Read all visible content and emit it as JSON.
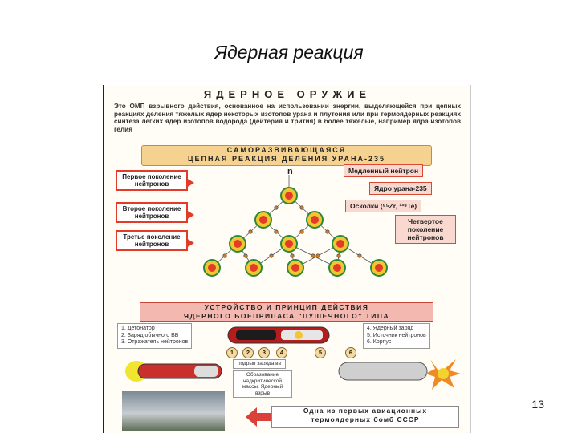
{
  "slide": {
    "title": "Ядерная реакция",
    "page_number": "13"
  },
  "poster": {
    "heading": "ЯДЕРНОЕ ОРУЖИЕ",
    "intro": "Это ОМП взрывного действия, основанное на использовании энергии, выделяющейся при цепных реакциях деления тяжелых ядер некоторых изотопов урана и плутония или при термоядерных реакциях синтеза легких ядер изотопов водорода (дейтерия и трития) в более тяжелые, например ядра изотопов гелия",
    "chain_banner_line1": "САМОРАЗВИВАЮЩАЯСЯ",
    "chain_banner_line2": "ЦЕПНАЯ РЕАКЦИЯ ДЕЛЕНИЯ УРАНА-235",
    "neutron_symbol": "n",
    "generations": [
      "Первое поколение нейтронов",
      "Второе поколение нейтронов",
      "Третье поколение нейтронов"
    ],
    "right_labels": {
      "slow_neutron": "Медленный нейтрон",
      "uranium_nucleus": "Ядро урана-235",
      "fragments": "Осколки (⁹⁵Zr, ¹³⁹Te)",
      "fourth_generation": "Четвертое поколение нейтронов"
    },
    "device_banner_line1": "УСТРОЙСТВО И ПРИНЦИП ДЕЙСТВИЯ",
    "device_banner_line2": "ЯДЕРНОГО БОЕПРИПАСА \"ПУШЕЧНОГО\" ТИПА",
    "legend_left": [
      "1. Детонатор",
      "2. Заряд обычного ВВ",
      "3. Отражатель нейтронов"
    ],
    "legend_right": [
      "4. Ядерный заряд",
      "5. Источник нейтронов",
      "6. Корпус"
    ],
    "part_numbers": [
      "1",
      "2",
      "3",
      "4",
      "5",
      "6"
    ],
    "mini_labels": {
      "move": "подрыв заряда вв",
      "supercritical": "Образование надкритической массы. Ядерный взрыв"
    },
    "bottom_caption_line1": "Одна из первых авиационных",
    "bottom_caption_line2": "термоядерных бомб СССР"
  },
  "colors": {
    "nucleus_outer": "#f2c531",
    "nucleus_ring": "#2a8a3a",
    "accent_red": "#e23b2a",
    "neutron_dot": "#d67b22"
  }
}
